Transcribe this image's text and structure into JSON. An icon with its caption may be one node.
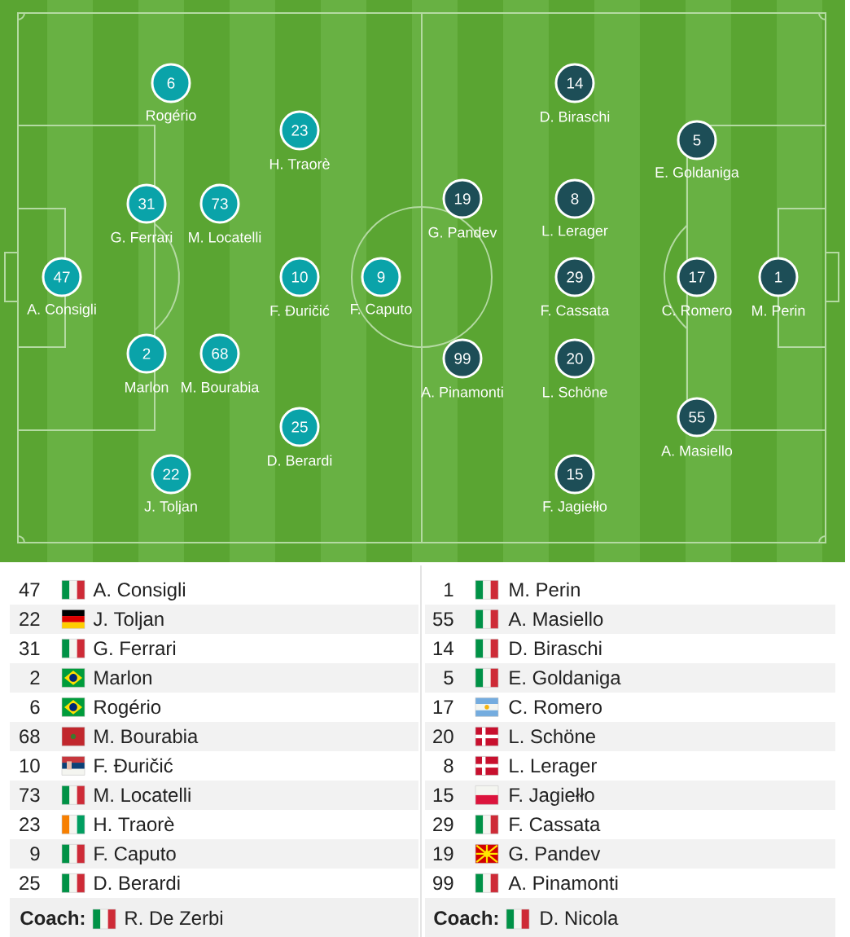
{
  "diagram": {
    "nodes": [
      {
        "text": [
          "47"
        ],
        "beside": [
          "A. Consigli"
        ]
      },
      {
        "text": [
          "22"
        ],
        "beside": [
          "J. Toljan"
        ]
      },
      {
        "text": [
          "31"
        ],
        "beside": [
          "G. Ferrari"
        ]
      },
      {
        "text": [
          "2"
        ],
        "beside": [
          "Marlon"
        ]
      },
      {
        "text": [
          "6"
        ],
        "beside": [
          "Rogério"
        ]
      },
      {
        "text": [
          "68"
        ],
        "beside": [
          "M. Bourabia"
        ]
      },
      {
        "text": [
          "10"
        ],
        "beside": [
          "F. Đuričić"
        ]
      },
      {
        "text": [
          "73"
        ],
        "beside": [
          "M. Locatelli"
        ]
      },
      {
        "text": [
          "23"
        ],
        "beside": [
          "H. Traorè"
        ]
      },
      {
        "text": [
          "9"
        ],
        "beside": [
          "F. Caputo"
        ]
      },
      {
        "text": [
          "25"
        ],
        "beside": [
          "D. Berardi"
        ]
      },
      {
        "text": [
          "1"
        ],
        "beside": [
          "M. Perin"
        ]
      },
      {
        "text": [
          "55"
        ],
        "beside": [
          "A. Masiello"
        ]
      },
      {
        "text": [
          "14"
        ],
        "beside": [
          "D. Biraschi"
        ]
      },
      {
        "text": [
          "5"
        ],
        "beside": [
          "E. Goldaniga"
        ]
      },
      {
        "text": [
          "17"
        ],
        "beside": [
          "C. Romero"
        ]
      },
      {
        "text": [
          "20"
        ],
        "beside": [
          "L. Schöne"
        ]
      },
      {
        "text": [
          "8"
        ],
        "beside": [
          "L. Lerager"
        ]
      },
      {
        "text": [
          "15"
        ],
        "beside": [
          "F. Jagiełło"
        ]
      },
      {
        "text": [
          "29"
        ],
        "beside": [
          "F. Cassata"
        ]
      },
      {
        "text": [
          "19"
        ],
        "beside": [
          "G. Pandev"
        ]
      },
      {
        "text": [
          "99"
        ],
        "beside": [
          "A. Pinamonti"
        ]
      }
    ],
    "labels": [
      "47",
      "A. Consigli",
      "22",
      "J. Toljan",
      "31",
      "G. Ferrari",
      "2",
      "Marlon",
      "6",
      "Rogério",
      "68",
      "M. Bourabia",
      "10",
      "F. Đuričić",
      "73",
      "M. Locatelli",
      "23",
      "H. Traorè",
      "9",
      "F. Caputo",
      "25",
      "D. Berardi",
      "Coach:",
      "R. De Zerbi",
      "1",
      "M. Perin",
      "55",
      "A. Masiello",
      "14",
      "D. Biraschi",
      "5",
      "E. Goldaniga",
      "17",
      "C. Romero",
      "20",
      "L. Schöne",
      "8",
      "L. Lerager",
      "15",
      "F. Jagiełło",
      "29",
      "F. Cassata",
      "19",
      "G. Pandev",
      "99",
      "A. Pinamonti",
      "Coach:",
      "D. Nicola"
    ]
  }
}
